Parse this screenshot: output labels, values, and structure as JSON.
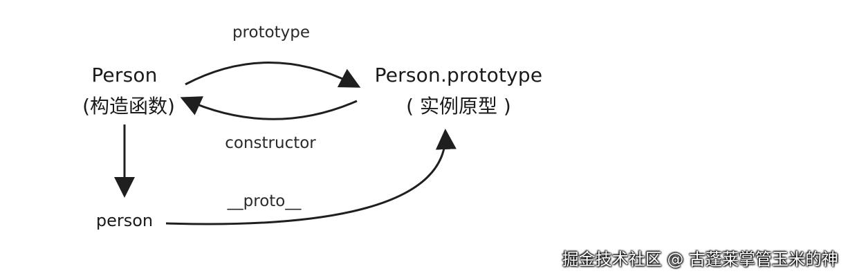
{
  "nodes": {
    "constructor_node": {
      "title": "Person",
      "subtitle": "(构造函数)"
    },
    "prototype_node": {
      "title": "Person.prototype",
      "subtitle": "( 实例原型 )"
    },
    "instance_node": {
      "title": "person"
    }
  },
  "edges": {
    "prototype": "prototype",
    "constructor": "constructor",
    "proto": "__proto__"
  },
  "watermark": "掘金技术社区 @ 古蓬莱掌管玉米的神",
  "colors": {
    "stroke": "#1f1f1f",
    "text": "#1a1a1a",
    "background": "#ffffff"
  }
}
